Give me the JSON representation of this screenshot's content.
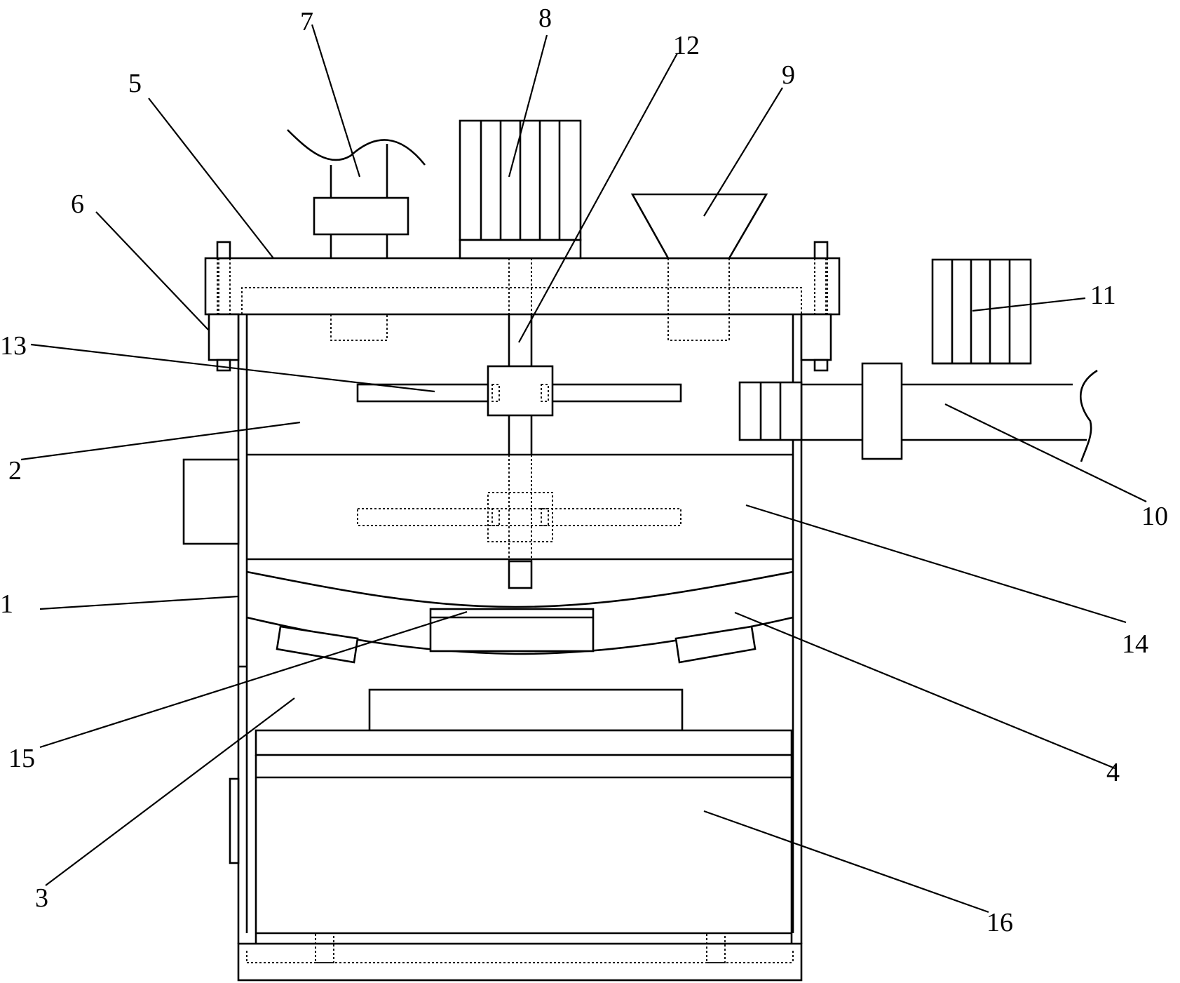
{
  "callouts": [
    {
      "id": "c1",
      "text": "1"
    },
    {
      "id": "c2",
      "text": "2"
    },
    {
      "id": "c3",
      "text": "3"
    },
    {
      "id": "c4",
      "text": "4"
    },
    {
      "id": "c5",
      "text": "5"
    },
    {
      "id": "c6",
      "text": "6"
    },
    {
      "id": "c7",
      "text": "7"
    },
    {
      "id": "c8",
      "text": "8"
    },
    {
      "id": "c9",
      "text": "9"
    },
    {
      "id": "c10",
      "text": "10"
    },
    {
      "id": "c11",
      "text": "11"
    },
    {
      "id": "c12",
      "text": "12"
    },
    {
      "id": "c13",
      "text": "13"
    },
    {
      "id": "c14",
      "text": "14"
    },
    {
      "id": "c15",
      "text": "15"
    },
    {
      "id": "c16",
      "text": "16"
    }
  ],
  "style": {
    "stroke_color": "#000000",
    "background": "#ffffff"
  }
}
